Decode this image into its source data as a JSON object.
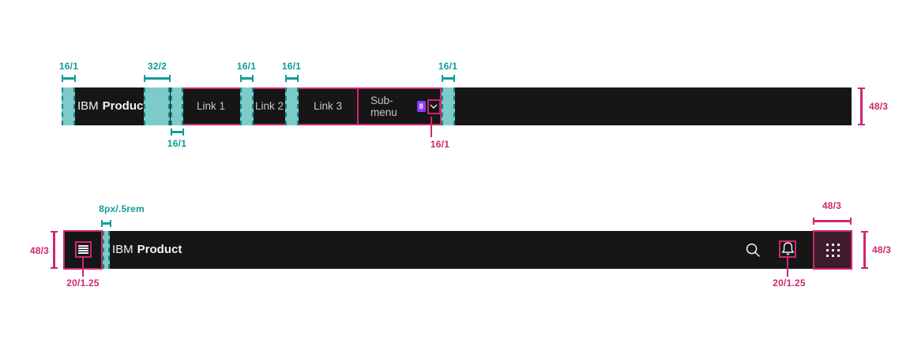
{
  "colors": {
    "header_bg": "#161616",
    "annotation_teal": "#0d9d9a",
    "annotation_teal_fill": "#7dcbc9",
    "annotation_pink": "#d02670",
    "badge_purple": "#8a3ffc",
    "brand_text": "#f4f4f4",
    "link_text": "#c6c6c6",
    "switcher_fill": "#3e1c2d"
  },
  "top_header": {
    "brand": {
      "prefix": "IBM",
      "name": "Product"
    },
    "nav_links": [
      "Link 1",
      "Link 2",
      "Link 3"
    ],
    "submenu": {
      "label": "Sub-menu",
      "badge_count": "8"
    },
    "annotations": {
      "left_padding": "16/1",
      "brand_margin": "32/2",
      "link_padding_below": "16/1",
      "gap_link1_link2": "16/1",
      "gap_link2_link3": "16/1",
      "trailing_padding": "16/1",
      "chevron_spacing": "16/1",
      "bar_height": "48/3"
    }
  },
  "bottom_header": {
    "brand": {
      "prefix": "IBM",
      "name": "Product"
    },
    "annotations": {
      "bar_height_left": "48/3",
      "menu_icon_size": "20/1.25",
      "brand_gap": "8px/.5rem",
      "notification_icon_size": "20/1.25",
      "switcher_width": "48/3",
      "bar_height_right": "48/3"
    }
  }
}
